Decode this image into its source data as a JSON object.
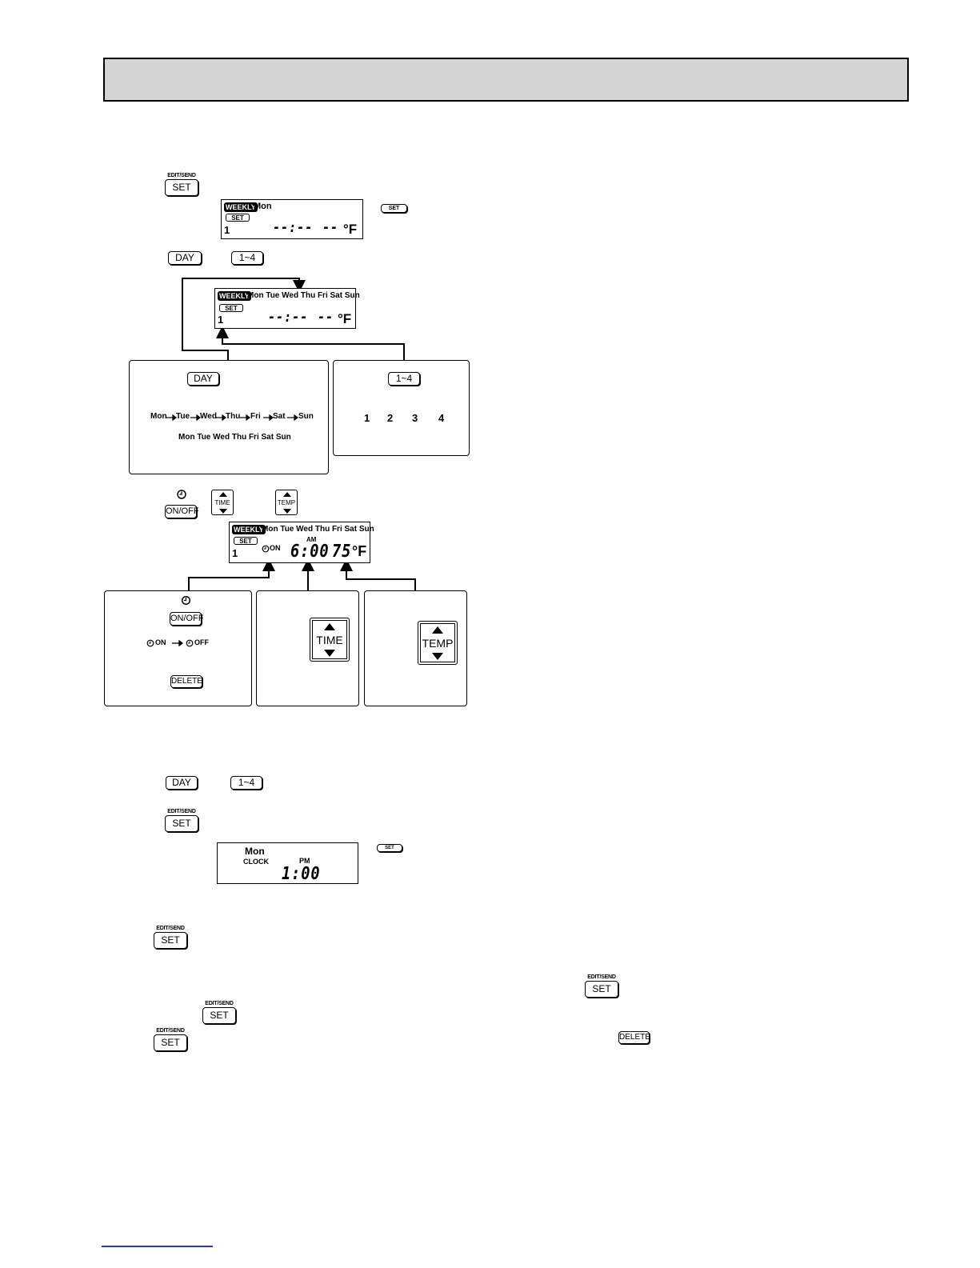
{
  "buttons": {
    "set_caption": "EDIT/SEND",
    "set_label": "SET",
    "day_label": "DAY",
    "pattern_label": "1~4",
    "onoff_label": "ON/OFF",
    "time_label": "TIME",
    "temp_label": "TEMP",
    "delete_label": "DELETE"
  },
  "lcd1": {
    "weekly": "WEEKLY",
    "day": "Mon",
    "set_badge": "SET",
    "pattern": "1",
    "time": "--:--",
    "temp": "--",
    "unit": "°F"
  },
  "lcd2": {
    "weekly": "WEEKLY",
    "days": "Mon Tue Wed Thu Fri Sat Sun",
    "set_badge": "SET",
    "pattern": "1",
    "time": "--:--",
    "temp": "--",
    "unit": "°F"
  },
  "day_cycle": {
    "sequence": [
      "Mon",
      "Tue",
      "Wed",
      "Thu",
      "Fri",
      "Sat",
      "Sun"
    ],
    "return_row": "Mon Tue Wed Thu Fri Sat Sun"
  },
  "pattern_cycle": [
    "1",
    "2",
    "3",
    "4"
  ],
  "lcd3": {
    "weekly": "WEEKLY",
    "days": "Mon Tue Wed Thu Fri Sat Sun",
    "set_badge": "SET",
    "pattern": "1",
    "timer_state": "ON",
    "ampm": "AM",
    "time": "6:00",
    "temp": "75",
    "unit": "°F"
  },
  "timer_cycle": {
    "on": "ON",
    "off": "OFF"
  },
  "lcd4": {
    "day": "Mon",
    "mode": "CLOCK",
    "ampm": "PM",
    "time": "1:00"
  }
}
